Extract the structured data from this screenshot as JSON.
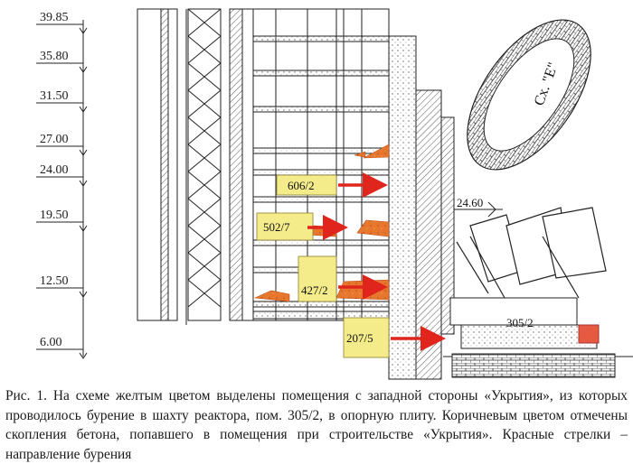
{
  "diagram": {
    "elevations": [
      "39.85",
      "35.80",
      "31.50",
      "27.00",
      "24.00",
      "19.50",
      "12.50",
      "6.00"
    ],
    "room_labels": [
      "606/2",
      "502/7",
      "427/2",
      "207/5",
      "305/2"
    ],
    "elevation_marker": "24.60",
    "cascade_wall_label": "Сх. \"Е\"",
    "colors": {
      "highlight_rooms": "#f4eb8a",
      "concrete_brown": "#e8772e",
      "drilling_arrow": "#e0261c",
      "line": "#222222"
    }
  },
  "caption": "Рис. 1. На схеме желтым цветом выделены помещения с западной стороны «Укрытия», из которых проводилось бурение в шахту реактора, пом. 305/2, в опорную плиту. Коричневым цветом отмечены скопления бетона, попавшего в помещения при строительстве «Укрытия». Красные стрелки – направление бурения"
}
